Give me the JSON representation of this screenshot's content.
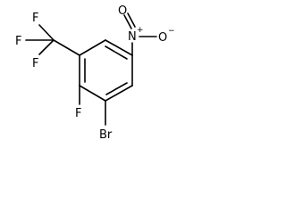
{
  "molecule": {
    "atoms": {
      "nitro_n": "N",
      "nitro_n_charge": "+",
      "nitro_o_top": "O",
      "nitro_o_right": "O",
      "nitro_o_right_charge": "−",
      "cf3_f_top": "F",
      "cf3_f_left": "F",
      "cf3_f_bottom": "F",
      "ring_f": "F",
      "br": "Br"
    }
  }
}
